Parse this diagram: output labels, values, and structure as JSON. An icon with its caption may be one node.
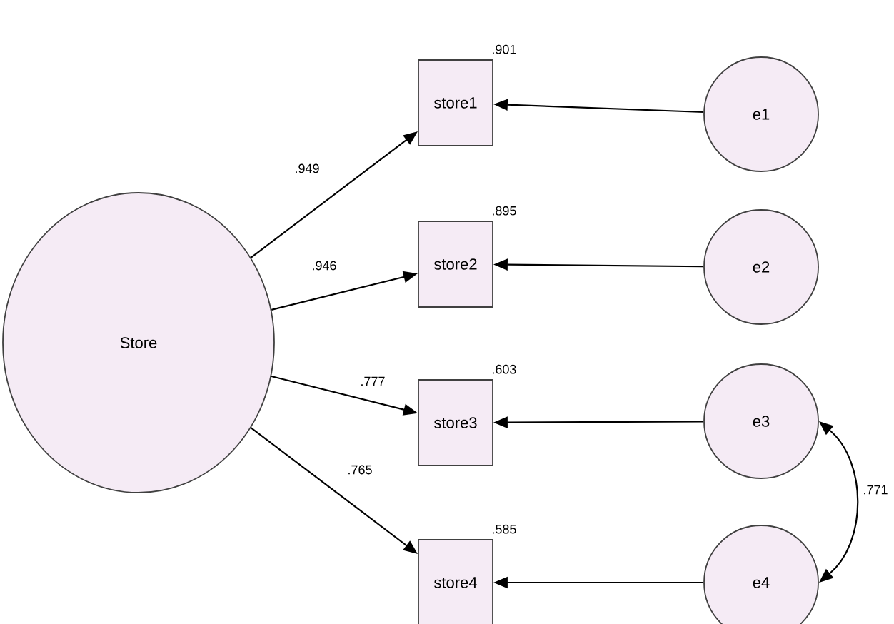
{
  "diagram": {
    "nodes": [
      {
        "text": [
          "Store"
        ]
      },
      {
        "text": [
          "store1"
        ],
        "beside": [
          ".901"
        ]
      },
      {
        "text": [
          "store2"
        ],
        "beside": [
          ".895"
        ]
      },
      {
        "text": [
          "store3"
        ],
        "beside": [
          ".603"
        ]
      },
      {
        "text": [
          "store4"
        ],
        "beside": [
          ".585"
        ]
      },
      {
        "text": [
          "e1"
        ]
      },
      {
        "text": [
          "e2"
        ]
      },
      {
        "text": [
          "e3"
        ]
      },
      {
        "text": [
          "e4"
        ]
      }
    ],
    "edges": [
      {
        "from": 0,
        "to": 1,
        "arrow": "to",
        "label": ".949"
      },
      {
        "from": 0,
        "to": 2,
        "arrow": "to",
        "label": ".946"
      },
      {
        "from": 0,
        "to": 3,
        "arrow": "to",
        "label": ".777"
      },
      {
        "from": 0,
        "to": 4,
        "arrow": "to",
        "label": ".765"
      },
      {
        "from": 5,
        "to": 1,
        "arrow": "to"
      },
      {
        "from": 6,
        "to": 2,
        "arrow": "to"
      },
      {
        "from": 7,
        "to": 3,
        "arrow": "to"
      },
      {
        "from": 8,
        "to": 4,
        "arrow": "to"
      },
      {
        "from": 7,
        "to": 8,
        "arrow": "both",
        "label": ".771"
      }
    ]
  }
}
